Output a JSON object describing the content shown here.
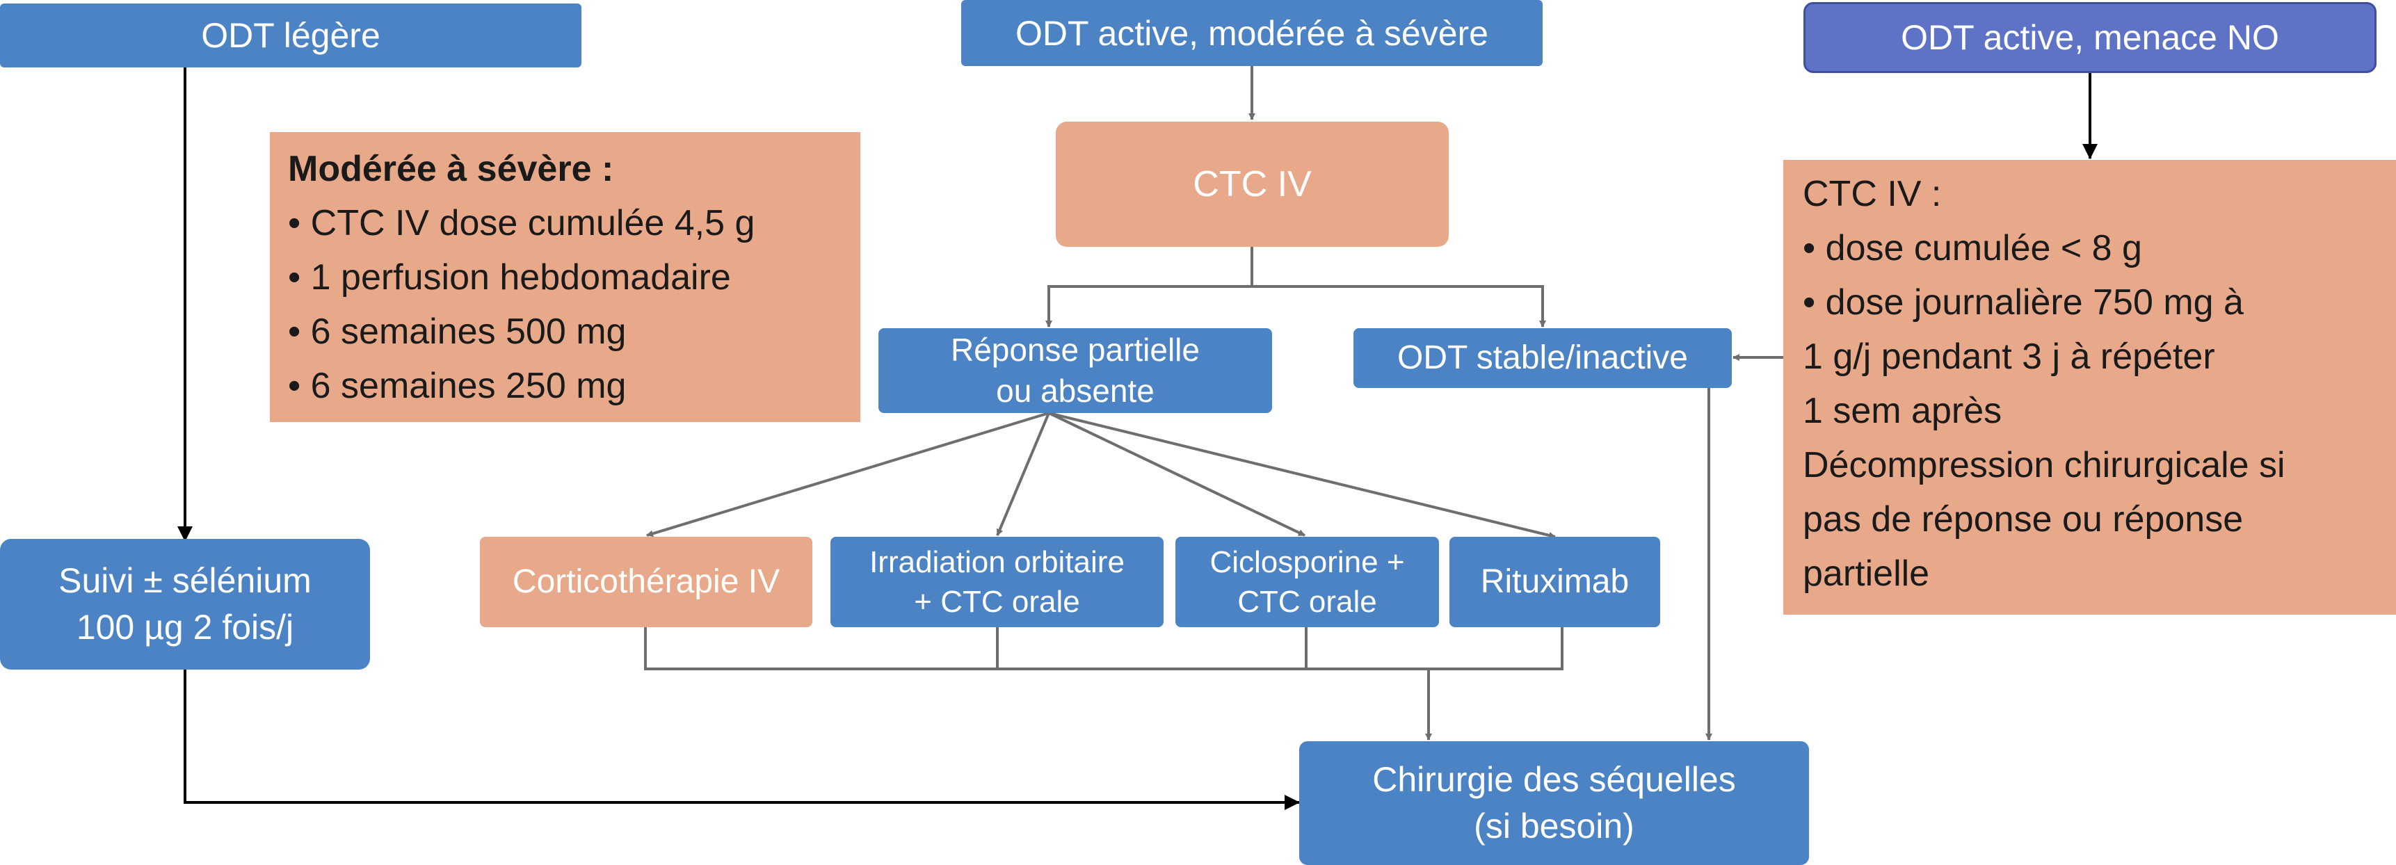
{
  "nodes": {
    "odt_legere": "ODT légère",
    "odt_active_moderee": "ODT active, modérée à sévère",
    "odt_active_menace": "ODT active, menace NO",
    "ctc_iv": "CTC IV",
    "reponse_partielle": "Réponse partielle\nou absente",
    "odt_stable": "ODT stable/inactive",
    "suivi_selenium": "Suivi ± sélénium\n100 µg 2 fois/j",
    "corticotherapie": "Corticothérapie IV",
    "irradiation": "Irradiation orbitaire\n+ CTC orale",
    "ciclosporine": "Ciclosporine +\nCTC orale",
    "rituximab": "Rituximab",
    "chirurgie": "Chirurgie des séquelles\n(si besoin)"
  },
  "moderee_box": {
    "title": "Modérée à sévère :",
    "items": [
      "• CTC IV dose cumulée 4,5 g",
      "• 1 perfusion hebdomadaire",
      "• 6 semaines  500 mg",
      "• 6 semaines 250 mg"
    ]
  },
  "menace_box": {
    "lines": [
      "CTC IV :",
      "• dose cumulée < 8 g",
      "• dose journalière 750 mg à",
      "1 g/j pendant 3 j à répéter",
      "1 sem après",
      "Décompression chirurgicale si",
      "pas de réponse ou réponse",
      "partielle"
    ]
  },
  "colors": {
    "blue": "#4b83c4",
    "salmon": "#e8a98a",
    "purple": "#5f73c6",
    "connector_gray": "#6e6e6e",
    "connector_black": "#000000"
  }
}
